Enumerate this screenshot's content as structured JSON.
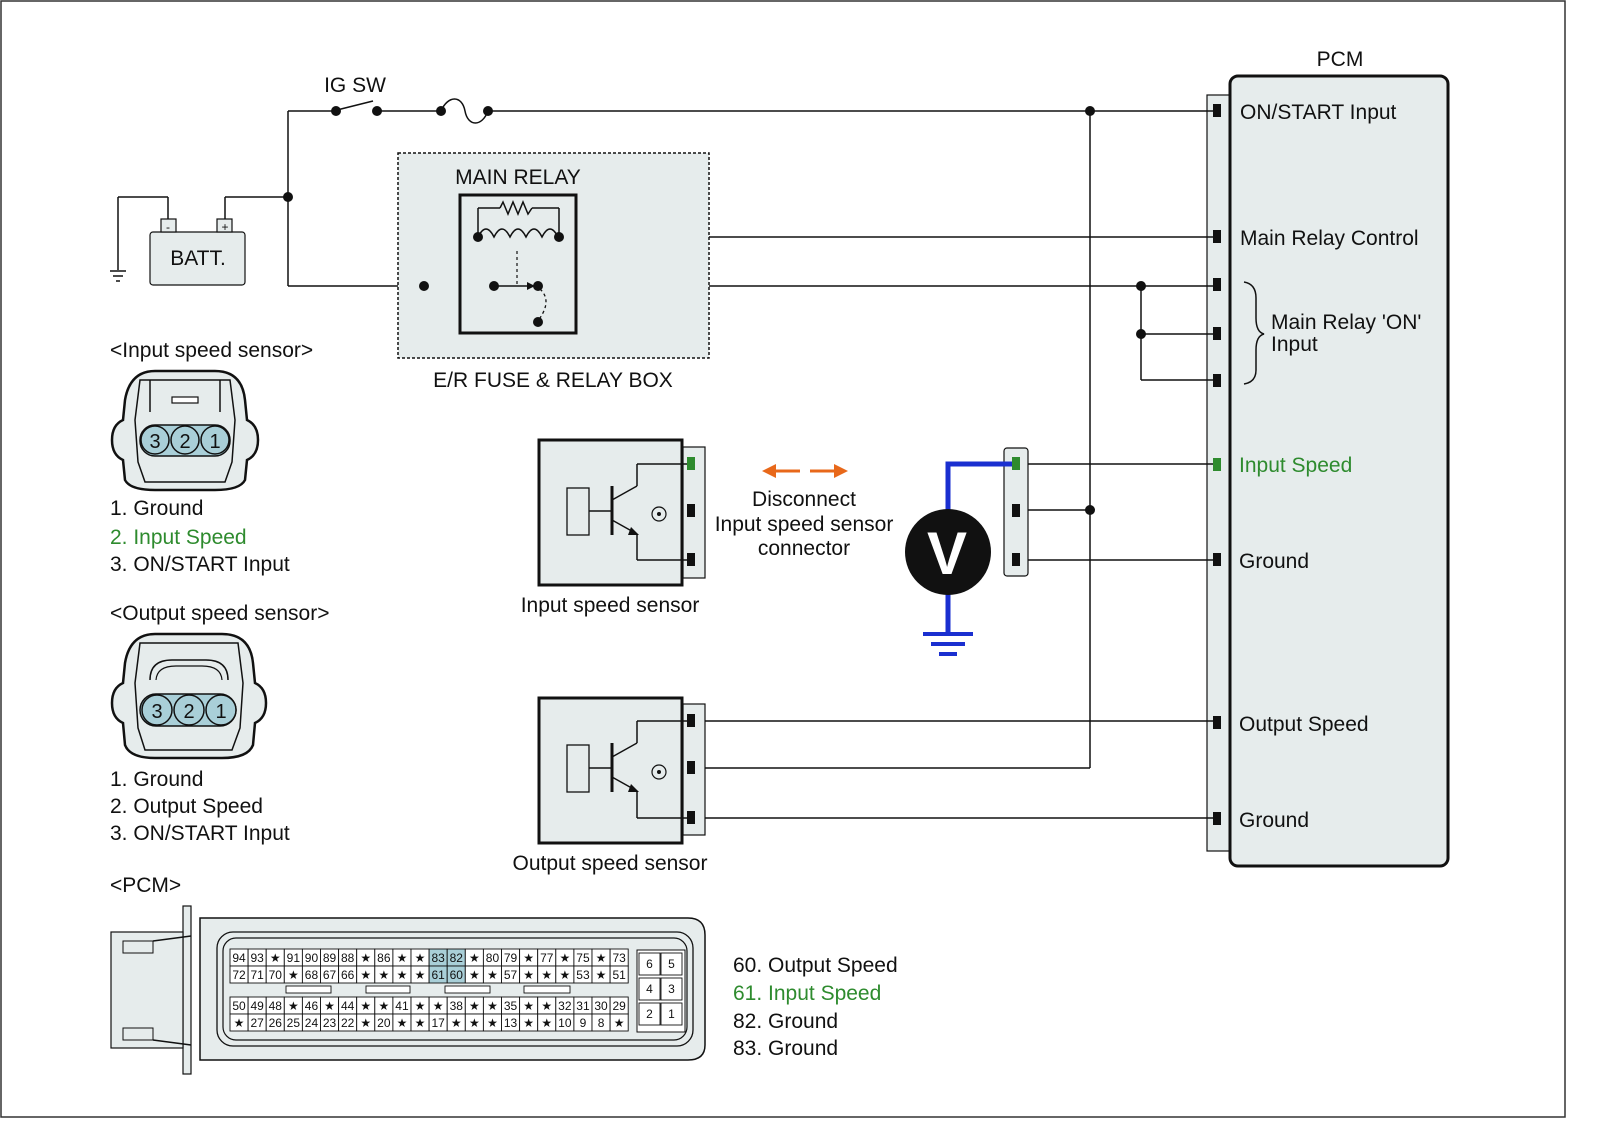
{
  "colors": {
    "green": "#2e8b2e",
    "orange": "#e8681a",
    "blue": "#1a2fd0",
    "panel": "#e6ecec",
    "pin_highlight": "#a9cfd8"
  },
  "diagram": {
    "ig_sw": "IG SW",
    "battery": "BATT.",
    "battery_minus": "-",
    "battery_plus": "+",
    "main_relay": "MAIN RELAY",
    "fuse_box": "E/R FUSE & RELAY BOX",
    "pcm_title": "PCM",
    "pcm_terminals": [
      "ON/START Input",
      "Main Relay Control",
      "Main Relay 'ON'",
      "Input",
      "Input Speed",
      "Ground",
      "Output Speed",
      "Ground"
    ],
    "input_sensor_label": "Input speed sensor",
    "output_sensor_label": "Output speed sensor",
    "disconnect": [
      "Disconnect",
      "Input speed sensor",
      "connector"
    ],
    "voltmeter": "V"
  },
  "input_sensor_connector": {
    "title": "<Input speed sensor>",
    "pins": [
      "3",
      "2",
      "1"
    ],
    "legend": [
      "1. Ground",
      "2. Input Speed",
      "3. ON/START Input"
    ]
  },
  "output_sensor_connector": {
    "title": "<Output speed sensor>",
    "pins": [
      "3",
      "2",
      "1"
    ],
    "legend": [
      "1. Ground",
      "2. Output Speed",
      "3. ON/START Input"
    ]
  },
  "pcm_connector": {
    "title": "<PCM>",
    "rows": [
      [
        "94",
        "93",
        "★",
        "91",
        "90",
        "89",
        "88",
        "★",
        "86",
        "★",
        "★",
        "83",
        "82",
        "★",
        "80",
        "79",
        "★",
        "77",
        "★",
        "75",
        "★",
        "73"
      ],
      [
        "72",
        "71",
        "70",
        "★",
        "68",
        "67",
        "66",
        "★",
        "★",
        "★",
        "★",
        "61",
        "60",
        "★",
        "★",
        "57",
        "★",
        "★",
        "★",
        "53",
        "★",
        "51"
      ],
      [
        "50",
        "49",
        "48",
        "★",
        "46",
        "★",
        "44",
        "★",
        "★",
        "41",
        "★",
        "★",
        "38",
        "★",
        "★",
        "35",
        "★",
        "★",
        "32",
        "31",
        "30",
        "29"
      ],
      [
        "★",
        "27",
        "26",
        "25",
        "24",
        "23",
        "22",
        "★",
        "20",
        "★",
        "★",
        "17",
        "★",
        "★",
        "★",
        "13",
        "★",
        "★",
        "10",
        "9",
        "8",
        "★"
      ]
    ],
    "small_block": [
      [
        "6",
        "5"
      ],
      [
        "4",
        "3"
      ],
      [
        "2",
        "1"
      ]
    ],
    "legend": [
      "60. Output Speed",
      "61. Input Speed",
      "82. Ground",
      "83. Ground"
    ]
  }
}
